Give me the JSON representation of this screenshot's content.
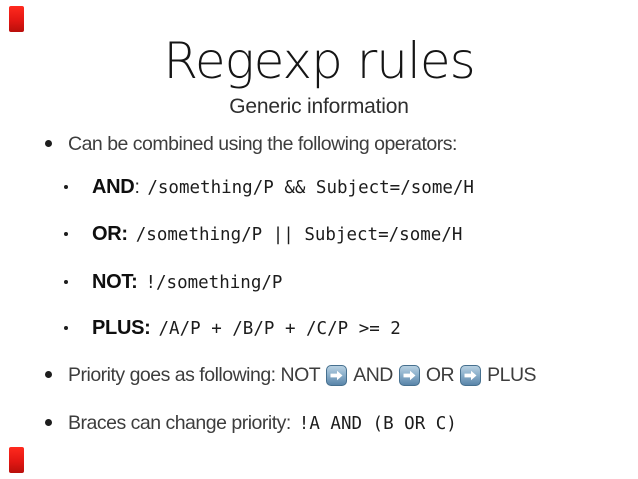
{
  "slide": {
    "title": "Regexp rules",
    "subtitle": "Generic information",
    "bullet_combined": "Can be combined using the following operators:",
    "operators": [
      {
        "label": "AND",
        "sep": ":",
        "code": "/something/P && Subject=/some/H"
      },
      {
        "label": "OR:",
        "sep": "",
        "code": "/something/P || Subject=/some/H"
      },
      {
        "label": "NOT:",
        "sep": "",
        "code": "!/something/P"
      },
      {
        "label": "PLUS:",
        "sep": "",
        "code": "/A/P + /B/P + /C/P >= 2"
      }
    ],
    "priority": {
      "prefix": "Priority goes as following: NOT",
      "step2": "AND",
      "step3": "OR",
      "step4": "PLUS",
      "arrow_icon": "right-arrow-emoji"
    },
    "braces": {
      "text": "Braces can change priority:",
      "code": "!A AND (B OR C)"
    },
    "colors": {
      "corner_tab_red": "#e31713",
      "arrow_blue_top": "#b9d1e2",
      "arrow_blue_bottom": "#5a85a9",
      "body_text": "#3d3d3d",
      "code_text": "#1c1c1c"
    }
  }
}
